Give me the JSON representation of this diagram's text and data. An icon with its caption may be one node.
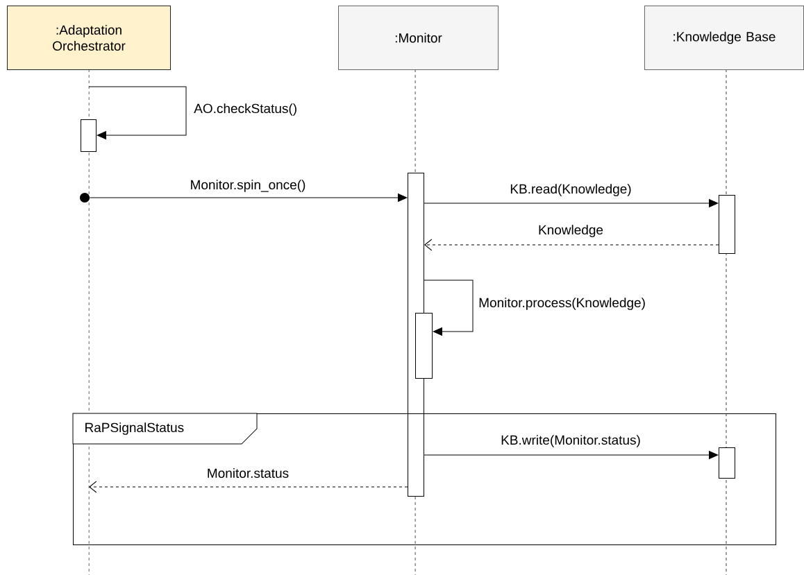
{
  "diagram": {
    "nodes": [
      {
        "text": [
          ":Adaptation Orchestrator"
        ]
      },
      {
        "text": [
          ":Monitor"
        ]
      },
      {
        "text": [
          ":Knowledge Base"
        ]
      },
      {
        "text": [],
        "shape": "bar"
      },
      {
        "text": [],
        "shape": "circle"
      },
      {
        "text": [],
        "shape": "bar"
      },
      {
        "text": [],
        "shape": "bar"
      },
      {
        "text": [],
        "shape": "bar"
      },
      {
        "text": [
          "RaPSignalStatus"
        ]
      },
      {
        "text": [],
        "shape": "bar",
        "in": 8
      }
    ],
    "edges": [
      {
        "from": null,
        "to": 3,
        "arrow": "to",
        "label": "AO.checkStatus()"
      },
      {
        "from": 4,
        "to": 5,
        "arrow": "to",
        "label": "Monitor.spin_once()"
      },
      {
        "from": 5,
        "to": 6,
        "arrow": "to",
        "label": "KB.read(Knowledge)"
      },
      {
        "from": 6,
        "to": 5,
        "arrow": "to",
        "label": "Knowledge",
        "style": "dashed"
      },
      {
        "from": 5,
        "to": 7,
        "arrow": "to",
        "label": "Monitor.process(Knowledge)"
      },
      {
        "from": 5,
        "to": 9,
        "arrow": "to",
        "label": "KB.write(Monitor.status)"
      },
      {
        "from": 5,
        "to": null,
        "arrow": "to",
        "label": "Monitor.status",
        "style": "dashed"
      }
    ]
  }
}
